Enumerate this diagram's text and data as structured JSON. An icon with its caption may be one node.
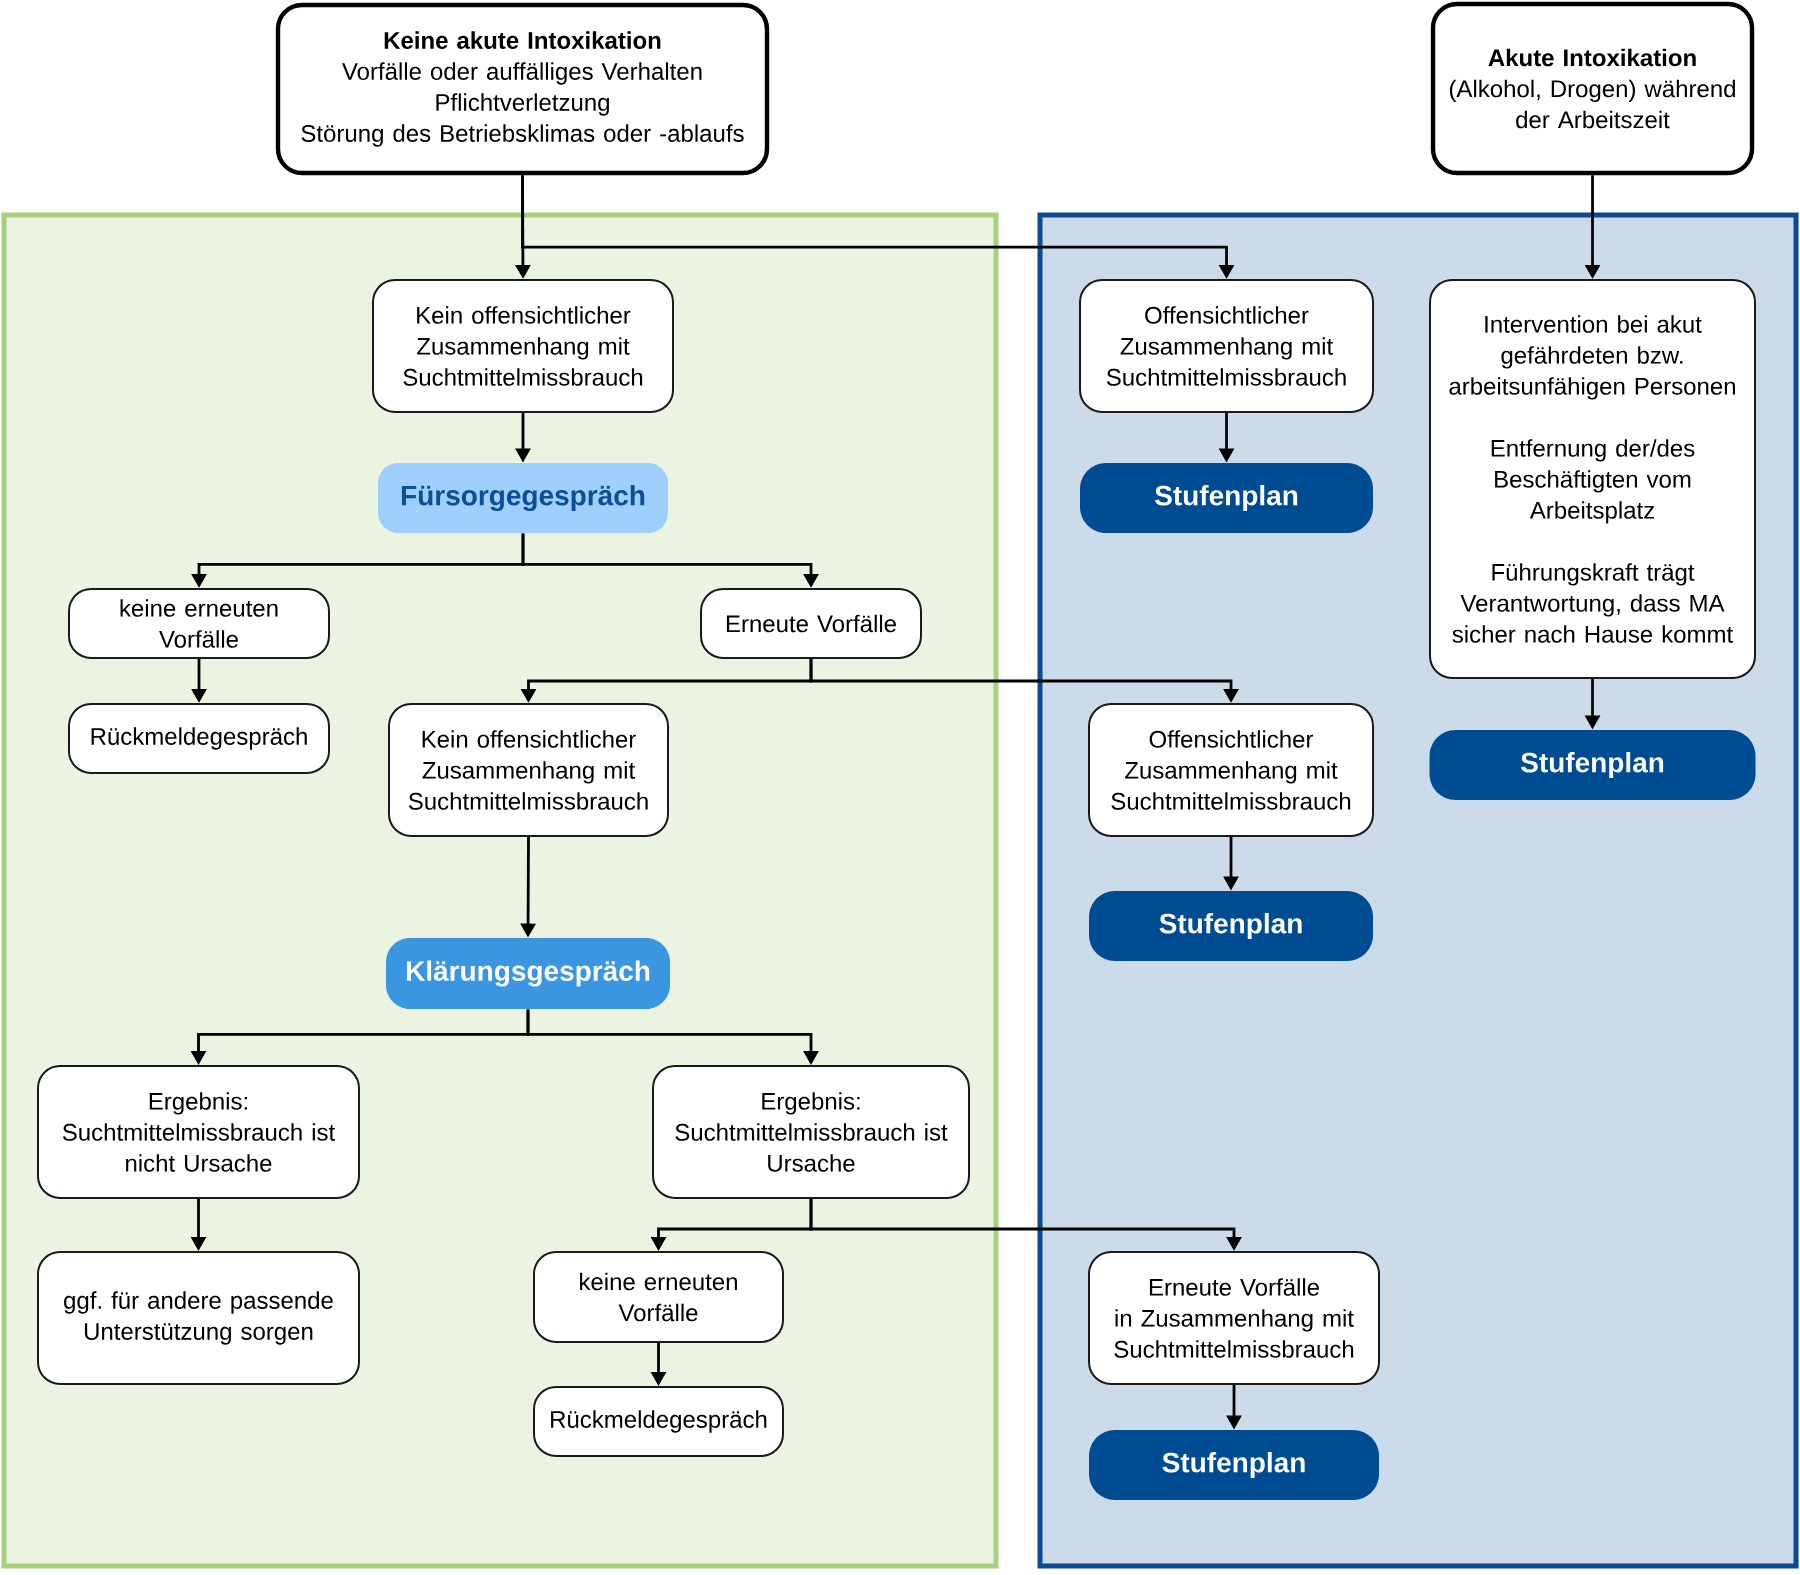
{
  "diagram": {
    "nodes": [
      {
        "text": [
          "Keine akute Intoxikation",
          "Vorfälle oder auffälliges Verhalten",
          "Pflichtverletzung",
          "Störung des Betriebsklimas oder -ablaufs"
        ]
      },
      {
        "text": [
          "Akute Intoxikation",
          "(Alkohol, Drogen) während der Arbeitszeit"
        ]
      },
      {
        "text": [],
        "shape": "box"
      },
      {
        "text": [],
        "shape": "box"
      },
      {
        "text": [
          "Kein offensichtlicher Zusammenhang mit Suchtmittelmissbrauch"
        ],
        "in": 2
      },
      {
        "text": [
          "Fürsorgegespräch"
        ],
        "in": 2
      },
      {
        "text": [
          "keine erneuten Vorfälle"
        ],
        "in": 2
      },
      {
        "text": [
          "Erneute Vorfälle"
        ],
        "in": 2
      },
      {
        "text": [
          "Rückmeldegespräch"
        ],
        "in": 2
      },
      {
        "text": [
          "Kein offensichtlicher Zusammenhang mit Suchtmittelmissbrauch"
        ],
        "in": 2
      },
      {
        "text": [
          "Klärungsgespräch"
        ],
        "in": 2
      },
      {
        "text": [
          "Ergebnis: Suchtmittelmissbrauch ist nicht Ursache"
        ],
        "in": 2
      },
      {
        "text": [
          "Ergebnis: Suchtmittelmissbrauch ist Ursache"
        ],
        "in": 2
      },
      {
        "text": [
          "ggf. für andere passende Unterstützung sorgen"
        ],
        "in": 2
      },
      {
        "text": [
          "keine erneuten Vorfälle"
        ],
        "in": 2
      },
      {
        "text": [
          "Rückmeldegespräch"
        ],
        "in": 2
      },
      {
        "text": [
          "Offensichtlicher Zusammenhang mit Suchtmittelmissbrauch"
        ],
        "in": 3
      },
      {
        "text": [
          "Stufenplan"
        ],
        "in": 3
      },
      {
        "text": [
          "Intervention bei akut gefährdeten bzw. arbeitsunfähigen Personen",
          "Entfernung der/des Beschäftigten vom Arbeitsplatz",
          "Führungskraft trägt Verantwortung, dass MA sicher nach Hause kommt"
        ],
        "in": 3
      },
      {
        "text": [
          "Stufenplan"
        ],
        "in": 3
      },
      {
        "text": [
          "Offensichtlicher Zusammenhang mit Suchtmittelmissbrauch"
        ],
        "in": 3
      },
      {
        "text": [
          "Stufenplan"
        ],
        "in": 3
      },
      {
        "text": [
          "Erneute Vorfälle in Zusammenhang mit Suchtmittelmissbrauch"
        ],
        "in": 3
      },
      {
        "text": [
          "Stufenplan"
        ],
        "in": 3
      }
    ],
    "edges": [
      {
        "from": 0,
        "to": 4,
        "arrow": "to"
      },
      {
        "from": 0,
        "to": 16,
        "arrow": "to"
      },
      {
        "from": 1,
        "to": 18,
        "arrow": "to"
      },
      {
        "from": 4,
        "to": 5,
        "arrow": "to"
      },
      {
        "from": 5,
        "to": 6,
        "arrow": "to"
      },
      {
        "from": 5,
        "to": 7,
        "arrow": "to"
      },
      {
        "from": 6,
        "to": 8,
        "arrow": "to"
      },
      {
        "from": 7,
        "to": 9,
        "arrow": "to"
      },
      {
        "from": 7,
        "to": 20,
        "arrow": "to"
      },
      {
        "from": 9,
        "to": 10,
        "arrow": "to"
      },
      {
        "from": 16,
        "to": 17,
        "arrow": "to"
      },
      {
        "from": 18,
        "to": 19,
        "arrow": "to"
      },
      {
        "from": 20,
        "to": 21,
        "arrow": "to"
      },
      {
        "from": 10,
        "to": 11,
        "arrow": "to"
      },
      {
        "from": 10,
        "to": 12,
        "arrow": "to"
      },
      {
        "from": 11,
        "to": 13,
        "arrow": "to"
      },
      {
        "from": 12,
        "to": 14,
        "arrow": "to"
      },
      {
        "from": 12,
        "to": 22,
        "arrow": "to"
      },
      {
        "from": 14,
        "to": 15,
        "arrow": "to"
      },
      {
        "from": 22,
        "to": 23,
        "arrow": "to"
      }
    ]
  }
}
